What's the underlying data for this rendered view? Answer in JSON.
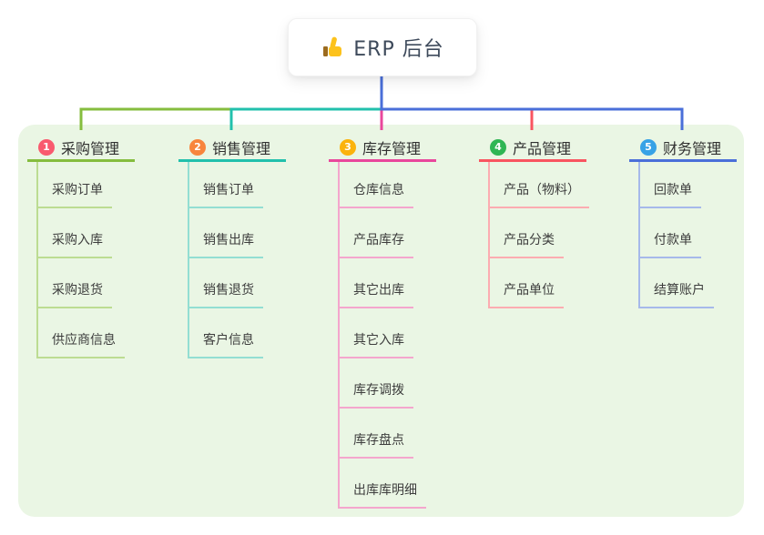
{
  "root": {
    "label": "ERP 后台",
    "icon": "thumbs-up-icon"
  },
  "panel": {
    "background": "#eaf6e4"
  },
  "connector": {
    "root_drop_color": "#4a6fd9"
  },
  "branches": [
    {
      "index": "1",
      "title": "采购管理",
      "line_color": "#85bd3e",
      "light_color": "#bcdc92",
      "badge_color": "#f95a6e",
      "children": [
        "采购订单",
        "采购入库",
        "采购退货",
        "供应商信息"
      ]
    },
    {
      "index": "2",
      "title": "销售管理",
      "line_color": "#22c0ac",
      "light_color": "#93ded2",
      "badge_color": "#f8853d",
      "children": [
        "销售订单",
        "销售出库",
        "销售退货",
        "客户信息"
      ]
    },
    {
      "index": "3",
      "title": "库存管理",
      "line_color": "#e9479c",
      "light_color": "#f4a6cd",
      "badge_color": "#fbb30d",
      "children": [
        "仓库信息",
        "产品库存",
        "其它出库",
        "其它入库",
        "库存调拨",
        "库存盘点",
        "出库库明细"
      ]
    },
    {
      "index": "4",
      "title": "产品管理",
      "line_color": "#f95460",
      "light_color": "#fcacb1",
      "badge_color": "#2fb654",
      "children": [
        "产品（物料）",
        "产品分类",
        "产品单位"
      ]
    },
    {
      "index": "5",
      "title": "财务管理",
      "line_color": "#4a6fd9",
      "light_color": "#a6b9ea",
      "badge_color": "#37a2e6",
      "children": [
        "回款单",
        "付款单",
        "结算账户"
      ]
    }
  ]
}
